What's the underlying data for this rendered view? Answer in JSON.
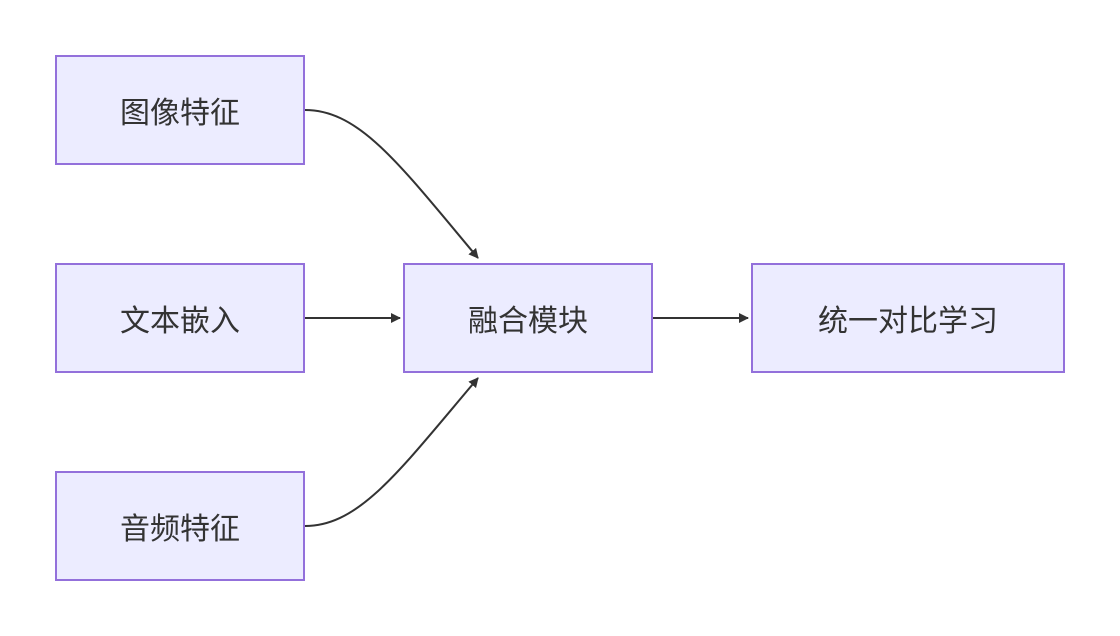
{
  "diagram": {
    "type": "flowchart",
    "direction": "left-to-right",
    "colors": {
      "node_fill": "#ECECFF",
      "node_border": "#9370DB",
      "edge": "#333333",
      "text": "#333333"
    },
    "nodes": {
      "image_features": "图像特征",
      "text_embedding": "文本嵌入",
      "audio_features": "音频特征",
      "fusion_module": "融合模块",
      "unified_contrastive_learning": "统一对比学习"
    },
    "edges": [
      {
        "from": "image_features",
        "to": "fusion_module"
      },
      {
        "from": "text_embedding",
        "to": "fusion_module"
      },
      {
        "from": "audio_features",
        "to": "fusion_module"
      },
      {
        "from": "fusion_module",
        "to": "unified_contrastive_learning"
      }
    ]
  }
}
